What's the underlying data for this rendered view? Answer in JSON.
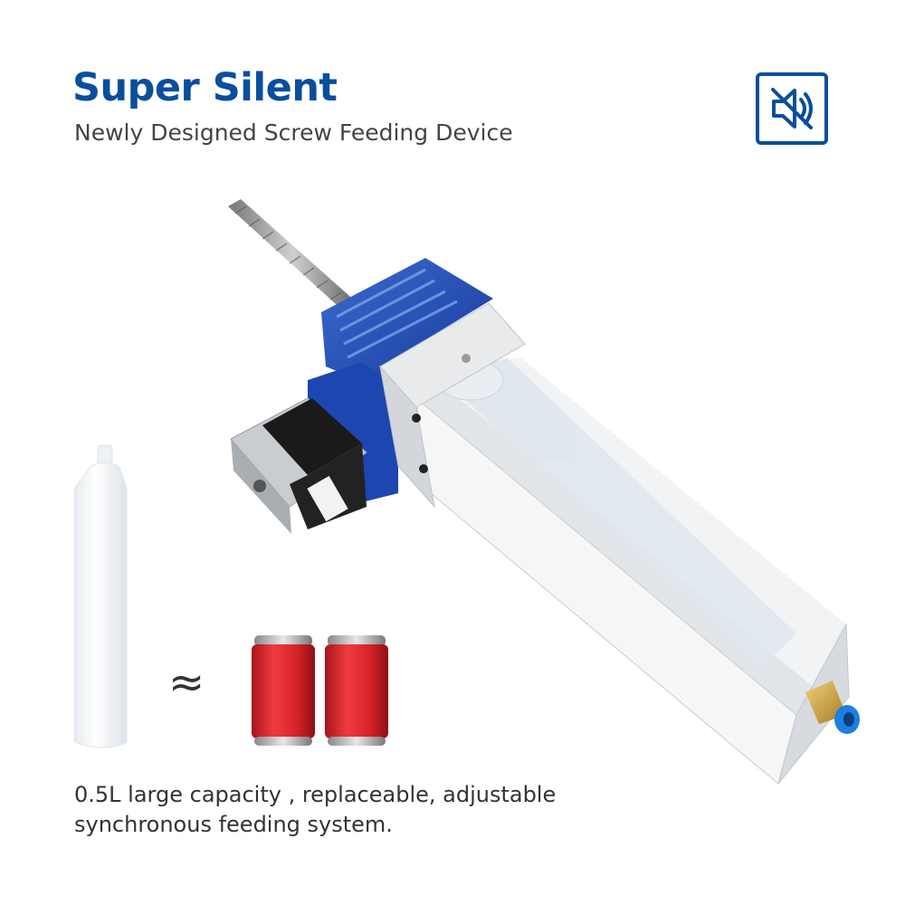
{
  "header": {
    "title": "Super Silent",
    "subtitle": "Newly Designed Screw Feeding Device",
    "badge_icon": "speaker-muted-icon",
    "accent_color": "#0a4e9e"
  },
  "comparison": {
    "approx_symbol": "≈",
    "can_count": 2,
    "can_color": "#d8232a"
  },
  "caption": {
    "text": "0.5L large capacity , replaceable, adjustable synchronous feeding system."
  }
}
